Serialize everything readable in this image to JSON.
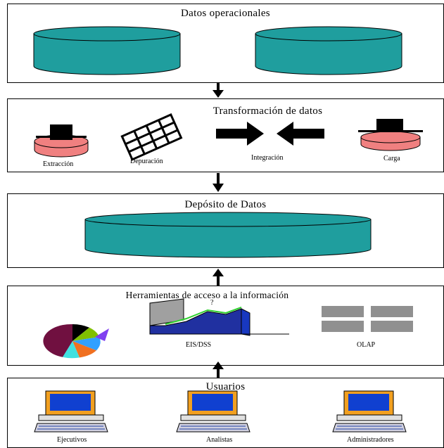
{
  "layers": {
    "operational": {
      "title": "Datos operacionales"
    },
    "transformation": {
      "title": "Transformación de datos",
      "steps": [
        "Extracción",
        "Depuración",
        "Integración",
        "Carga"
      ]
    },
    "warehouse": {
      "title": "Depósito de Datos"
    },
    "tools": {
      "title": "Herramientas de acceso a la información",
      "eis_label": "EIS/DSS",
      "olap_label": "OLAP",
      "question_mark": "?"
    },
    "users": {
      "title": "Usuarios",
      "groups": [
        "Ejecutivos",
        "Analistas",
        "Administradores"
      ]
    }
  },
  "colors": {
    "database_fill": "#1f9e9e",
    "disk_fill": "#f08080",
    "screen_blue": "#1040d0",
    "computer_body": "#f2a020",
    "olap_gray": "#909090"
  },
  "icons": {
    "database": "cylinder-icon",
    "extract": "disk-read-icon",
    "cleanse": "grid-icon",
    "integrate": "converging-arrows-icon",
    "load": "disk-write-icon",
    "pie": "pie-chart-icon",
    "area_chart": "area-chart-icon",
    "olap": "olap-grid-icon",
    "computer": "computer-icon"
  }
}
